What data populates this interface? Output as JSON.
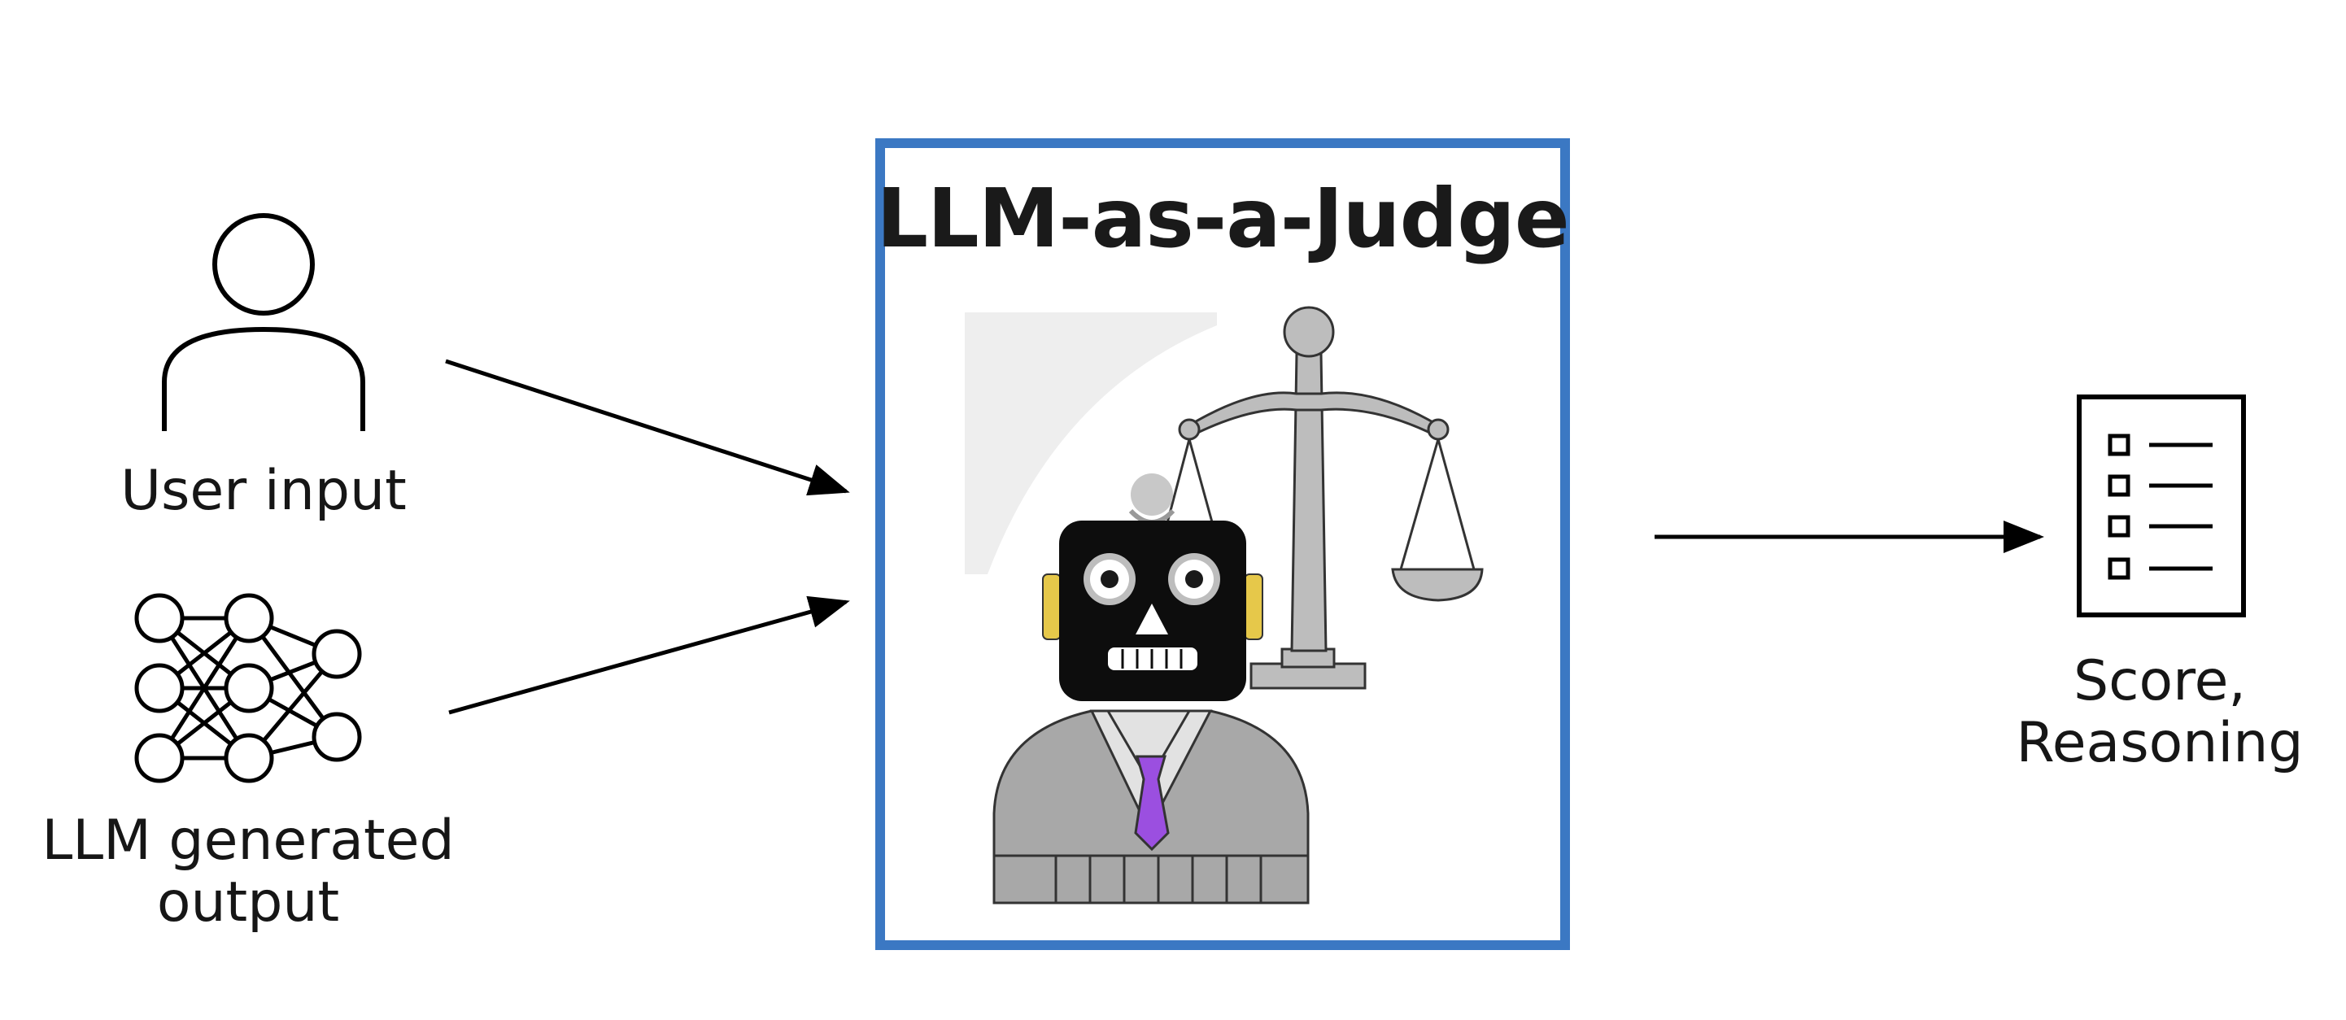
{
  "title": "LLM-as-a-Judge",
  "inputs": [
    {
      "label": "User input",
      "icon": "user-icon"
    },
    {
      "label": "LLM generated\noutput",
      "icon": "neural-network-icon"
    }
  ],
  "output": {
    "label": "Score,\nReasoning",
    "icon": "checklist-icon"
  },
  "judge": {
    "icon": "robot-judge-icon",
    "scale_icon": "balance-scale-icon"
  },
  "colors": {
    "box_border": "#3b78c3",
    "tie": "#9b4fe0",
    "ears": "#e6c84a",
    "robot_head": "#0d0d0d",
    "robe": "#a8a8a8",
    "scale": "#bdbdbd"
  }
}
